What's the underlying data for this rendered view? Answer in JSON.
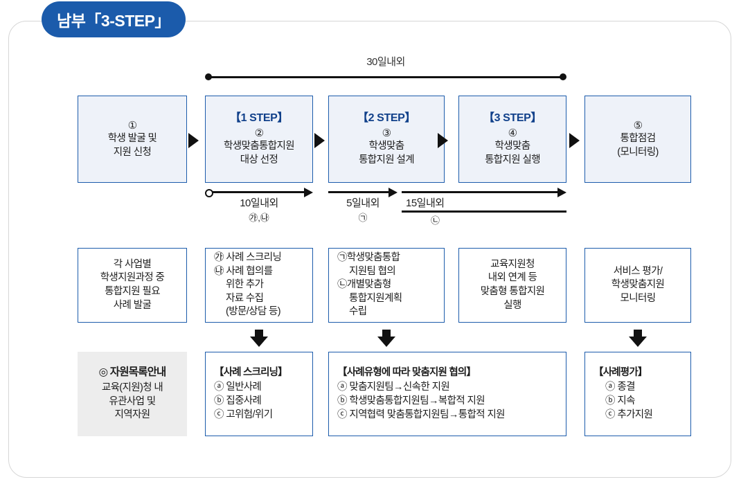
{
  "title": {
    "badge": "남부「3-STEP」"
  },
  "top_timeline": {
    "label": "30일내외"
  },
  "steps": [
    {
      "step_label": "",
      "number": "①",
      "lines": [
        "학생 발굴 및",
        "지원 신청"
      ]
    },
    {
      "step_label": "【1 STEP】",
      "number": "②",
      "lines": [
        "학생맞춤통합지원",
        "대상 선정"
      ]
    },
    {
      "step_label": "【2 STEP】",
      "number": "③",
      "lines": [
        "학생맞춤",
        "통합지원 설계"
      ]
    },
    {
      "step_label": "【3 STEP】",
      "number": "④",
      "lines": [
        "학생맞춤",
        "통합지원 실행"
      ]
    },
    {
      "step_label": "",
      "number": "⑤",
      "lines": [
        "통합점검",
        "(모니터링)"
      ]
    }
  ],
  "mid_timeline": [
    {
      "label": "10일내외",
      "sub": "㉮,㉯"
    },
    {
      "label": "5일내외",
      "sub": "㉠"
    },
    {
      "label": "15일내외",
      "sub": "㉡"
    }
  ],
  "details": [
    {
      "lines": [
        "각 사업별",
        "학생지원과정 중",
        "통합지원 필요",
        "사례 발굴"
      ]
    },
    {
      "lines": [
        "㉮ 사례 스크리닝",
        "㉯ 사례 협의를",
        "위한 추가",
        "자료 수집",
        "(방문/상담 등)"
      ]
    },
    {
      "lines": [
        "㉠학생맞춤통합",
        "지원팀 협의",
        "㉡개별맞춤형",
        "통합지원계획",
        "수립"
      ]
    },
    {
      "lines": [
        "교육지원청",
        "내외 연계 등",
        "맞춤형 통합지원",
        "실행"
      ]
    },
    {
      "lines": [
        "서비스 평가/",
        "학생맞춤지원",
        "모니터링"
      ]
    }
  ],
  "results": {
    "resource_guide": {
      "head": "◎ 자원목록안내",
      "lines": [
        "교육(지원)청 내",
        "유관사업 및",
        "지역자원"
      ]
    },
    "screening": {
      "head": "【사례 스크리닝】",
      "lines": [
        "ⓐ 일반사례",
        "ⓑ 집중사례",
        "ⓒ 고위험/위기"
      ]
    },
    "consultation": {
      "head": "【사례유형에 따라 맞춤지원 협의】",
      "lines": [
        "ⓐ 맞춤지원팀→신속한 지원",
        "ⓑ 학생맞춤통합지원팀→복합적 지원",
        "ⓒ 지역협력 맞춤통합지원팀→통합적 지원"
      ]
    },
    "evaluation": {
      "head": "【사례평가】",
      "lines": [
        "ⓐ 종결",
        "ⓑ 지속",
        "ⓒ 추가지원"
      ]
    }
  },
  "colors": {
    "brand_blue": "#1b5bab",
    "step_title_blue": "#10408a",
    "box_fill": "#eef2f9",
    "gray_fill": "#ededed",
    "frame_border": "#d6d6d6"
  }
}
